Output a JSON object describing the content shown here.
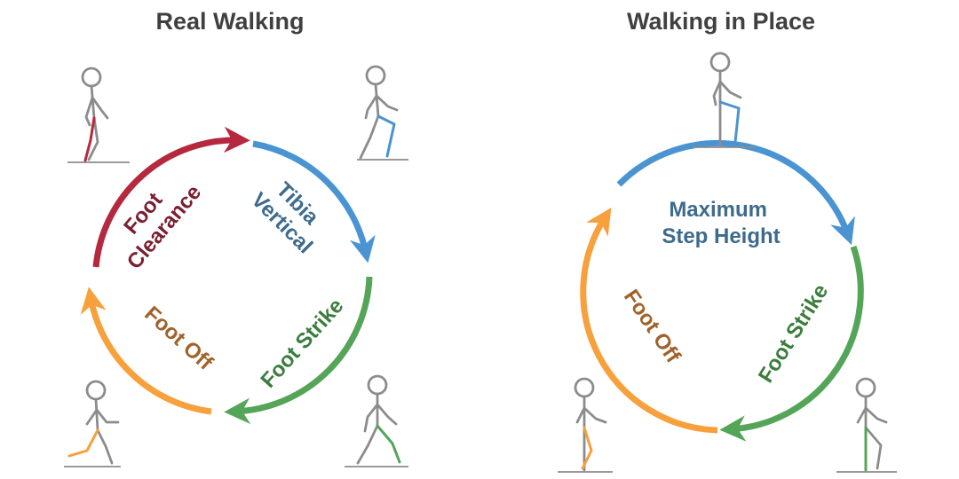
{
  "colors": {
    "red": "#b5283e",
    "blue": "#4a94d2",
    "green": "#55a558",
    "orange": "#f7a03c",
    "label_red": "#7a1e32",
    "label_blue": "#3d6b8e",
    "label_green": "#3b7d3d",
    "label_orange": "#a0622a",
    "title": "#404040",
    "figure": "#8c8c8c"
  },
  "left": {
    "title": "Real Walking",
    "phases": [
      {
        "label_line1": "Foot",
        "label_line2": "Clearance",
        "color": "red",
        "figure_icon": "walking-figure-icon"
      },
      {
        "label_line1": "Tibia",
        "label_line2": "Vertical",
        "color": "blue",
        "figure_icon": "walking-figure-icon"
      },
      {
        "label_line1": "Foot Strike",
        "label_line2": "",
        "color": "green",
        "figure_icon": "walking-figure-icon"
      },
      {
        "label_line1": "Foot Off",
        "label_line2": "",
        "color": "orange",
        "figure_icon": "walking-figure-icon"
      }
    ]
  },
  "right": {
    "title": "Walking in Place",
    "phases": [
      {
        "label_line1": "Maximum",
        "label_line2": "Step Height",
        "color": "blue",
        "figure_icon": "marching-figure-icon"
      },
      {
        "label_line1": "Foot Strike",
        "label_line2": "",
        "color": "green",
        "figure_icon": "standing-figure-icon"
      },
      {
        "label_line1": "Foot Off",
        "label_line2": "",
        "color": "orange",
        "figure_icon": "standing-figure-icon"
      }
    ]
  }
}
